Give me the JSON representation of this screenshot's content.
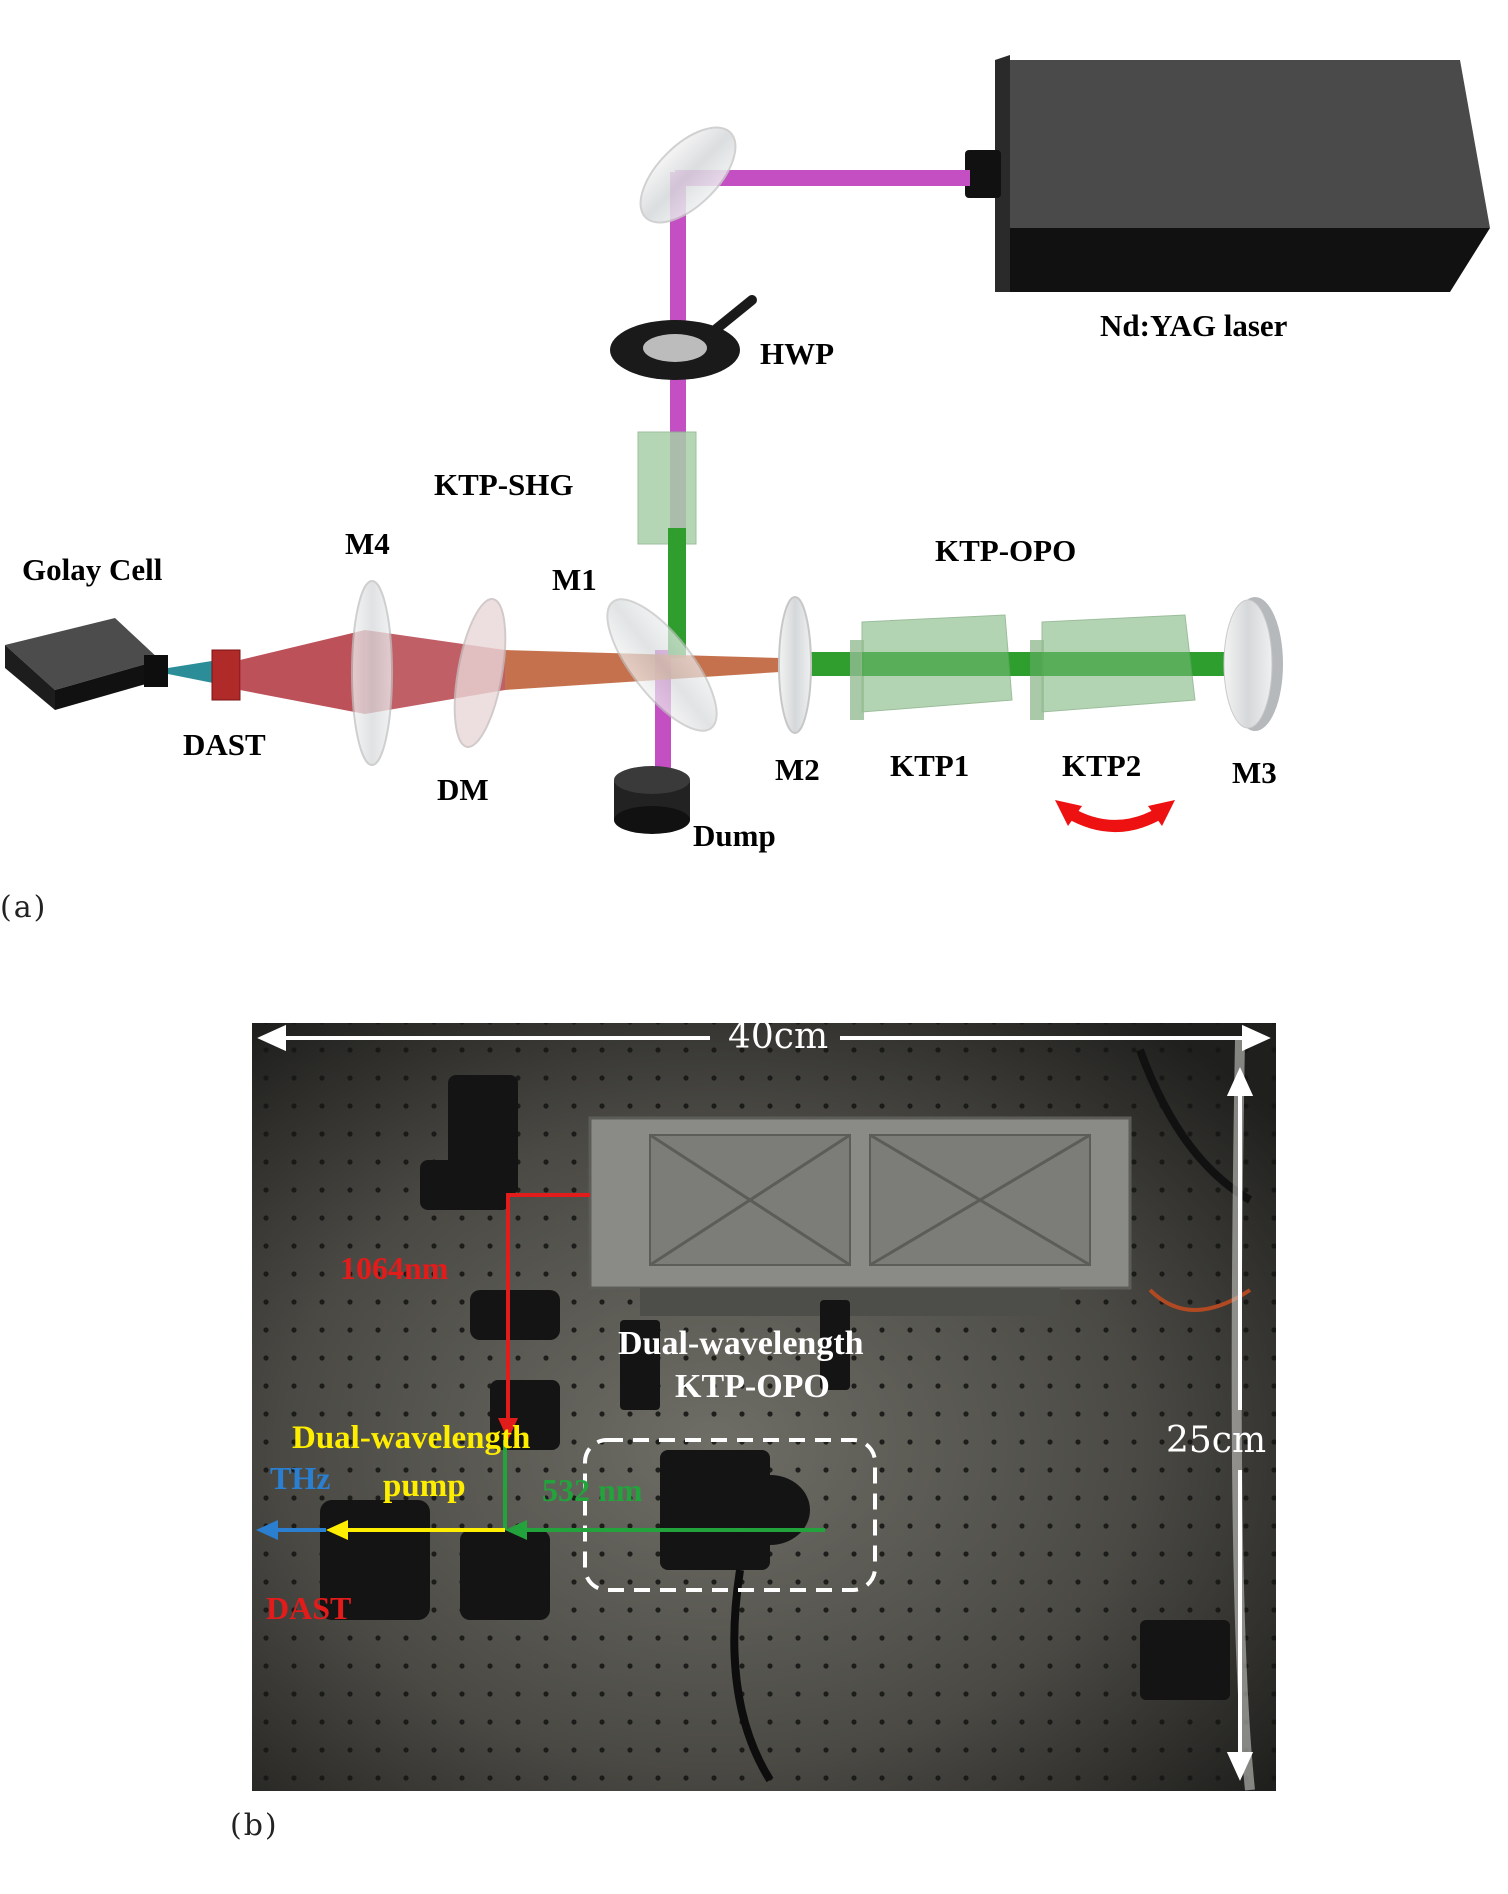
{
  "panel_a": {
    "caption": "(a)",
    "labels": {
      "laser": "Nd:YAG laser",
      "hwp": "HWP",
      "ktp_shg": "KTP-SHG",
      "golay": "Golay Cell",
      "m4": "M4",
      "m1": "M1",
      "ktp_opo": "KTP-OPO",
      "dast": "DAST",
      "dm": "DM",
      "m2": "M2",
      "ktp1": "KTP1",
      "ktp2": "KTP2",
      "m3": "M3",
      "dump": "Dump"
    },
    "colors": {
      "pump_1064": "#c34fc3",
      "green_532": "#2f9e2f",
      "thz_cone": "#b0323c",
      "rotation_arrow": "#ee1111"
    }
  },
  "panel_b": {
    "caption": "(b)",
    "dimensions": {
      "width": "40cm",
      "height": "25cm"
    },
    "labels": {
      "line_1064": "1064nm",
      "opo_line1": "Dual-wavelength",
      "opo_line2": "KTP-OPO",
      "pump_line1": "Dual-wavelength",
      "pump_line2": "pump",
      "line_532": "532 nm",
      "thz": "THz",
      "dast": "DAST"
    },
    "colors": {
      "red_beam": "#e21b1b",
      "green_beam": "#22a33c",
      "yellow_beam": "#ffee00",
      "thz_arrow": "#2a7fd0"
    }
  }
}
